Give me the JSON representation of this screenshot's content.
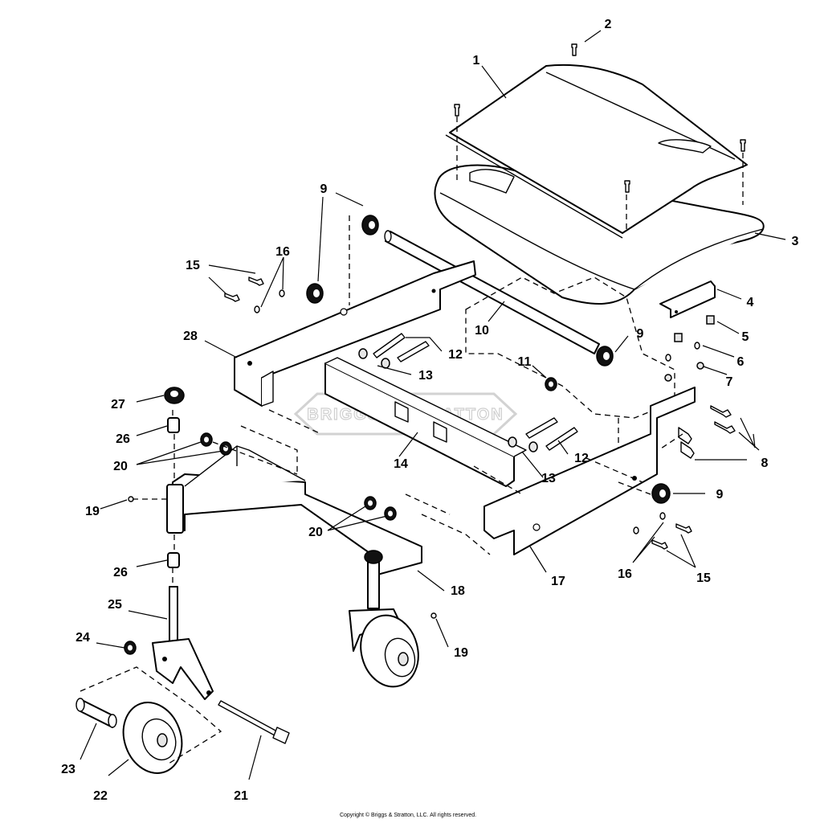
{
  "callouts": [
    {
      "id": "c1",
      "label": "1"
    },
    {
      "id": "c2",
      "label": "2"
    },
    {
      "id": "c3",
      "label": "3"
    },
    {
      "id": "c4",
      "label": "4"
    },
    {
      "id": "c5",
      "label": "5"
    },
    {
      "id": "c6",
      "label": "6"
    },
    {
      "id": "c7",
      "label": "7"
    },
    {
      "id": "c8a",
      "label": "8"
    },
    {
      "id": "c8b",
      "label": "8"
    },
    {
      "id": "c9a",
      "label": "9"
    },
    {
      "id": "c9b",
      "label": "9"
    },
    {
      "id": "c9c",
      "label": "9"
    },
    {
      "id": "c10",
      "label": "10"
    },
    {
      "id": "c11",
      "label": "11"
    },
    {
      "id": "c12a",
      "label": "12"
    },
    {
      "id": "c12b",
      "label": "12"
    },
    {
      "id": "c13a",
      "label": "13"
    },
    {
      "id": "c13b",
      "label": "13"
    },
    {
      "id": "c14",
      "label": "14"
    },
    {
      "id": "c15a",
      "label": "15"
    },
    {
      "id": "c15b",
      "label": "15"
    },
    {
      "id": "c16a",
      "label": "16"
    },
    {
      "id": "c16b",
      "label": "16"
    },
    {
      "id": "c17",
      "label": "17"
    },
    {
      "id": "c18",
      "label": "18"
    },
    {
      "id": "c19a",
      "label": "19"
    },
    {
      "id": "c19b",
      "label": "19"
    },
    {
      "id": "c20a",
      "label": "20"
    },
    {
      "id": "c20b",
      "label": "20"
    },
    {
      "id": "c21",
      "label": "21"
    },
    {
      "id": "c22",
      "label": "22"
    },
    {
      "id": "c23",
      "label": "23"
    },
    {
      "id": "c24",
      "label": "24"
    },
    {
      "id": "c25",
      "label": "25"
    },
    {
      "id": "c26a",
      "label": "26"
    },
    {
      "id": "c26b",
      "label": "26"
    },
    {
      "id": "c27",
      "label": "27"
    },
    {
      "id": "c28",
      "label": "28"
    }
  ],
  "watermark": "BRIGGS & STRATTON",
  "copyright": "Copyright © Briggs & Stratton, LLC. All rights reserved."
}
